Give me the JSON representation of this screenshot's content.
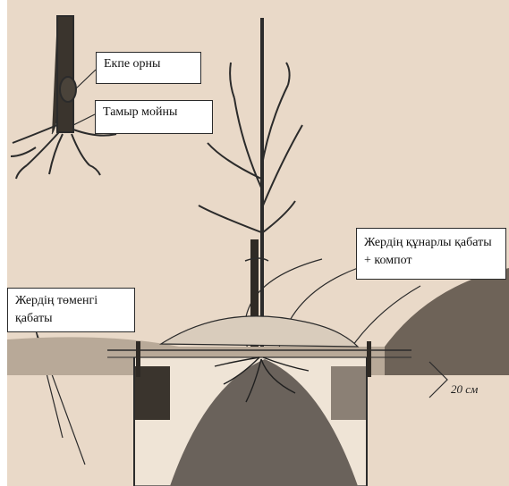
{
  "labels": {
    "graft_site": "Екпе орны",
    "root_collar": "Тамыр мойны",
    "fertile_layer": "Жердің құнарлы қабаты + компот",
    "lower_layer": "Жердің төменгі қабаты",
    "depth": "20 см"
  }
}
